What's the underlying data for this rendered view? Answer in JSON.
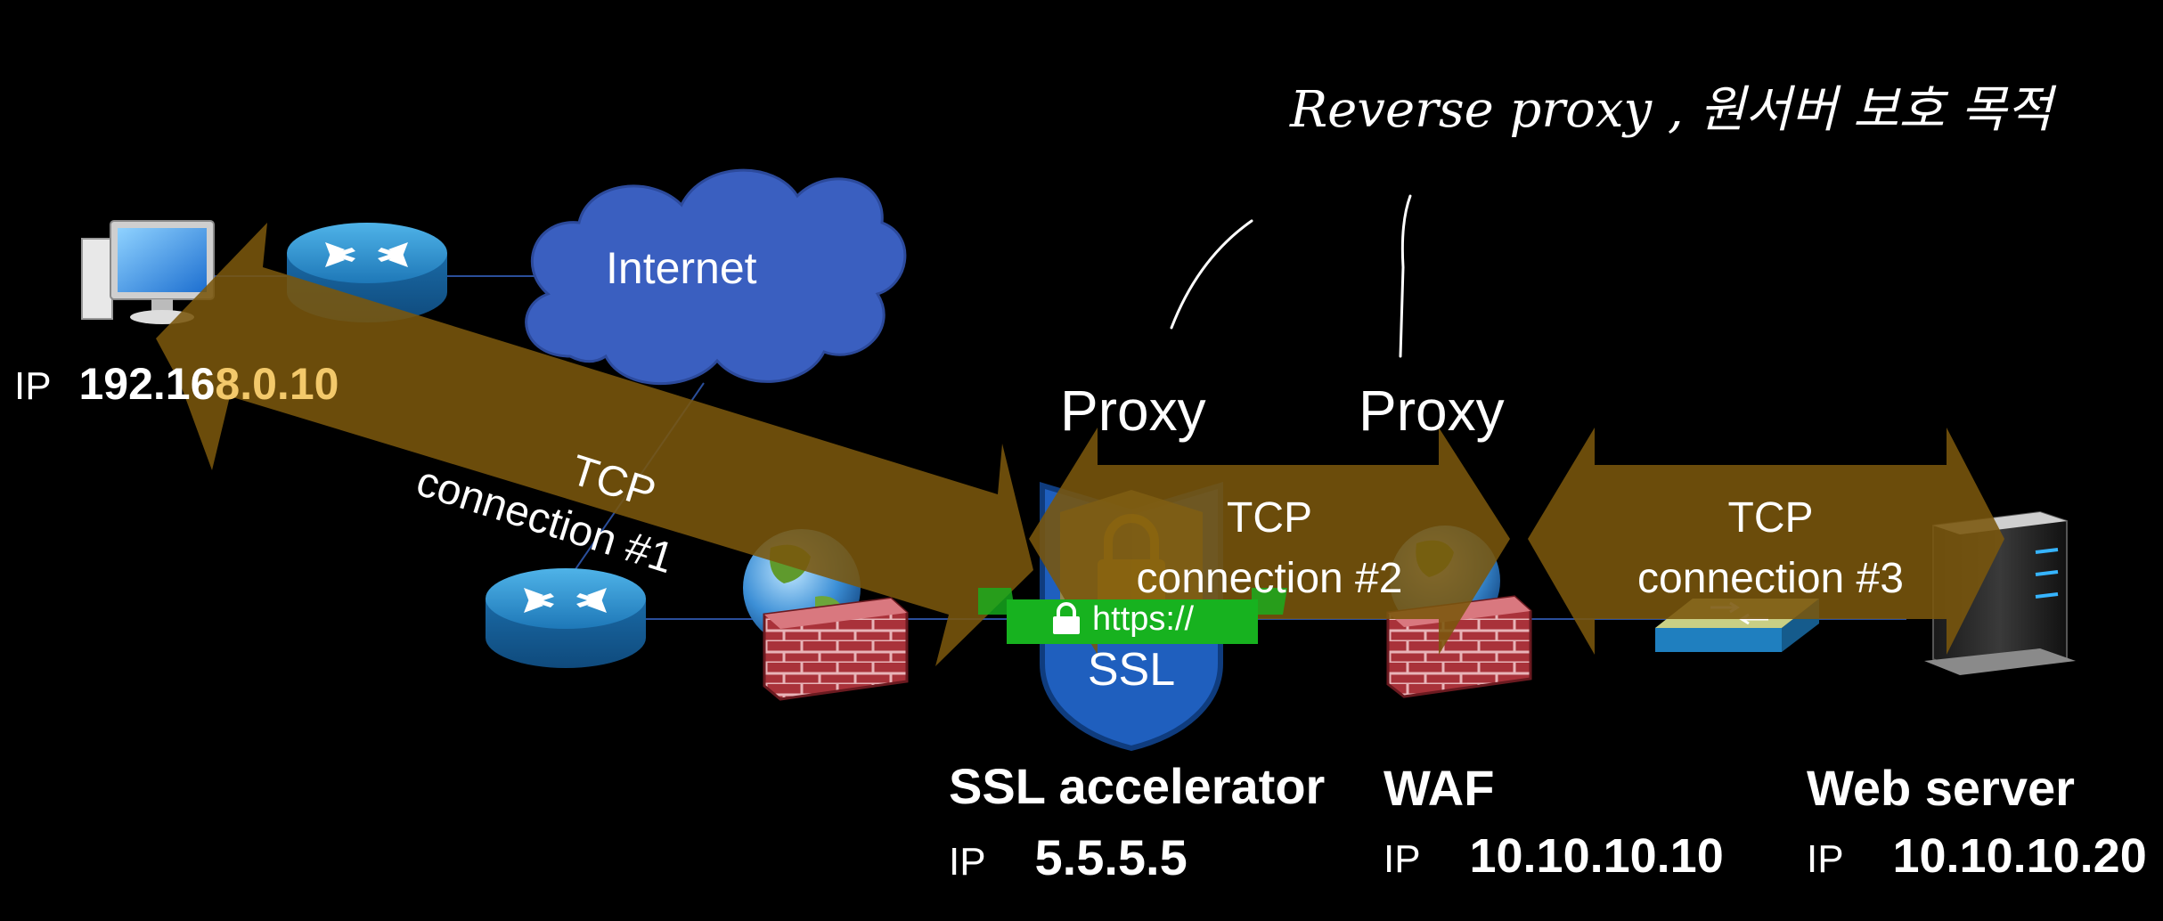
{
  "annotation": {
    "handwritten_note": "Reverse proxy , 원서버 보호 목적"
  },
  "cloud": {
    "label": "Internet"
  },
  "client": {
    "ip_key": "IP",
    "ip_value_white": "192.16",
    "ip_value_gold": "8.0.10"
  },
  "proxies": {
    "left": "Proxy",
    "right": "Proxy"
  },
  "connections": [
    {
      "line1": "TCP",
      "line2": "connection #1"
    },
    {
      "line1": "TCP",
      "line2": "connection #2"
    },
    {
      "line1": "TCP",
      "line2": "connection #3"
    }
  ],
  "ssl_badge": {
    "https": "https://",
    "ssl": "SSL"
  },
  "devices": {
    "ssl_accelerator": {
      "name": "SSL accelerator",
      "ip_key": "IP",
      "ip_value": "5.5.5.5"
    },
    "waf": {
      "name": "WAF",
      "ip_key": "IP",
      "ip_value": "10.10.10.10"
    },
    "web_server": {
      "name": "Web server",
      "ip_key": "IP",
      "ip_value": "10.10.10.20"
    }
  },
  "colors": {
    "background": "#000000",
    "arrow": "#7a570d",
    "router": "#1f7fbf",
    "cloud": "#3a5fc0",
    "firewall": "#9c2a32",
    "ip_highlight": "#f3c96b",
    "https_bar": "#17b21f",
    "ssl_shield": "#1f5fbe"
  }
}
